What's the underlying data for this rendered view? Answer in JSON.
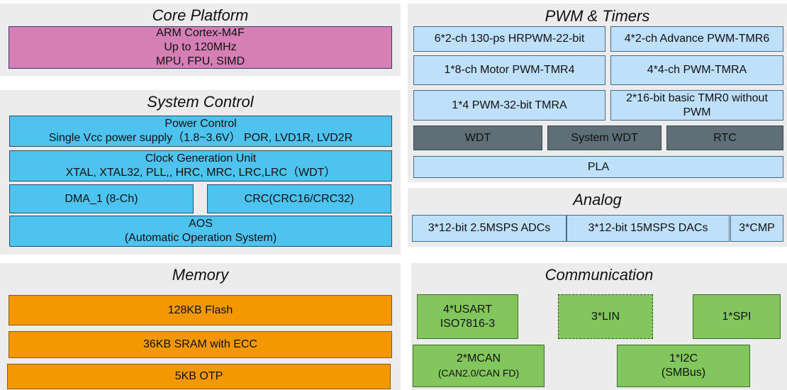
{
  "core": {
    "title": "Core Platform",
    "cpu": [
      "ARM Cortex-M4F",
      "Up to 120MHz",
      "MPU, FPU, SIMD"
    ]
  },
  "system": {
    "title": "System Control",
    "power": [
      "Power Control",
      "Single Vcc power supply（1.8~3.6V） POR, LVD1R, LVD2R"
    ],
    "clock": [
      "Clock Generation Unit",
      "XTAL, XTAL32, PLL,, HRC, MRC, LRC,LRC（WDT）"
    ],
    "dma": "DMA_1 (8-Ch)",
    "crc": "CRC(CRC16/CRC32)",
    "aos": [
      "AOS",
      "(Automatic Operation System)"
    ]
  },
  "memory": {
    "title": "Memory",
    "flash": "128KB Flash",
    "sram": "36KB SRAM with ECC",
    "otp": "5KB OTP"
  },
  "pwm": {
    "title": "PWM & Timers",
    "hrpwm": "6*2-ch 130-ps HRPWM-22-bit",
    "tmr6": "4*2-ch Advance PWM-TMR6",
    "tmr4": "1*8-ch Motor PWM-TMR4",
    "tmra4": "4*4-ch PWM-TMRA",
    "tmra32": "1*4 PWM-32-bit TMRA",
    "tmr0": "2*16-bit basic TMR0 without PWM",
    "wdt": "WDT",
    "swdt": "System WDT",
    "rtc": "RTC",
    "pla": "PLA"
  },
  "analog": {
    "title": "Analog",
    "adc": "3*12-bit  2.5MSPS ADCs",
    "dac": "3*12-bit  15MSPS DACs",
    "cmp": "3*CMP"
  },
  "comm": {
    "title": "Communication",
    "usart": [
      "4*USART",
      "ISO7816-3"
    ],
    "lin": "3*LIN",
    "spi": "1*SPI",
    "mcan": [
      "2*MCAN",
      "(CAN2.0/CAN FD)"
    ],
    "i2c": [
      "1*I2C",
      "(SMBus)"
    ]
  },
  "colors": {
    "core": "#d67fb4",
    "system": "#4fc3f0",
    "memory": "#f39800",
    "timer": "#bfe0fb",
    "watchdog": "#5f6f78",
    "comm": "#84c65e",
    "panel": "#ececec"
  }
}
